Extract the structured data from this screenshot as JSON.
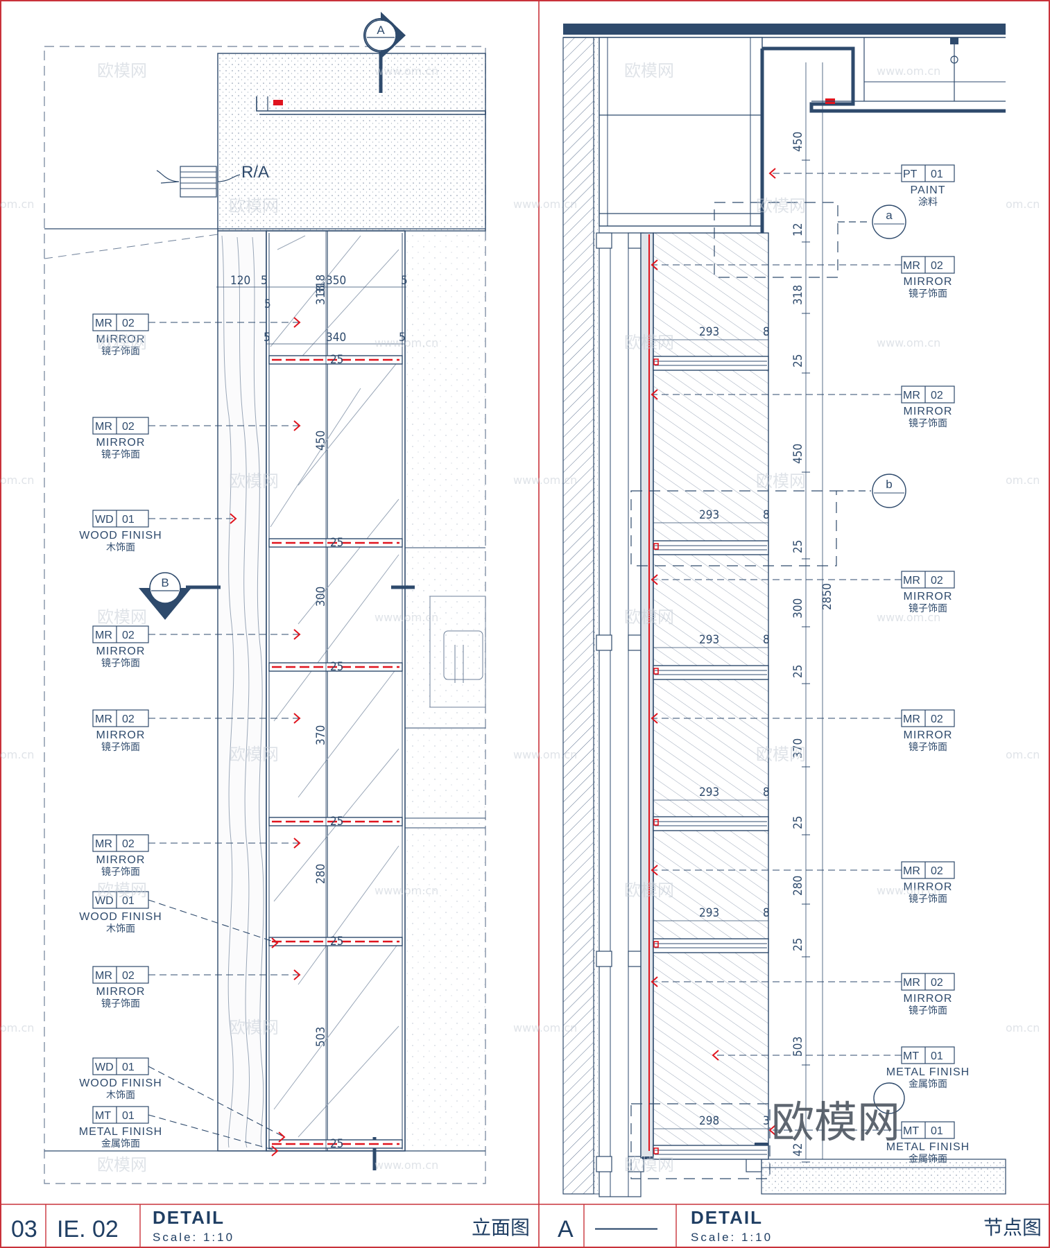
{
  "left_sheet": {
    "title_block": {
      "number": "03",
      "sheet": "IE. 02",
      "title": "DETAIL",
      "scale": "Scale: 1:10",
      "view_name": "立面图"
    },
    "section_marker_top": "A",
    "section_marker_side": "B",
    "fixture_text": "R/A",
    "dimensions_top": [
      "120",
      "5",
      "350",
      "5",
      "5",
      "5",
      "340",
      "5",
      "318"
    ],
    "shelf_heights": [
      "318",
      "450",
      "300",
      "370",
      "280",
      "503"
    ],
    "shelf_gap": "25",
    "callouts": [
      {
        "code": "MR",
        "num": "02",
        "en": "MIRROR",
        "zh": "镜子饰面"
      },
      {
        "code": "MR",
        "num": "02",
        "en": "MIRROR",
        "zh": "镜子饰面"
      },
      {
        "code": "WD",
        "num": "01",
        "en": "WOOD  FINISH",
        "zh": "木饰面"
      },
      {
        "code": "MR",
        "num": "02",
        "en": "MIRROR",
        "zh": "镜子饰面"
      },
      {
        "code": "MR",
        "num": "02",
        "en": "MIRROR",
        "zh": "镜子饰面"
      },
      {
        "code": "MR",
        "num": "02",
        "en": "MIRROR",
        "zh": "镜子饰面"
      },
      {
        "code": "WD",
        "num": "01",
        "en": "WOOD  FINISH",
        "zh": "木饰面"
      },
      {
        "code": "MR",
        "num": "02",
        "en": "MIRROR",
        "zh": "镜子饰面"
      },
      {
        "code": "WD",
        "num": "01",
        "en": "WOOD  FINISH",
        "zh": "木饰面"
      },
      {
        "code": "MT",
        "num": "01",
        "en": "METAL  FINISH",
        "zh": "金属饰面"
      }
    ]
  },
  "right_sheet": {
    "title_block": {
      "number": "A",
      "sheet": "———",
      "title": "DETAIL",
      "scale": "Scale: 1:10",
      "view_name": "节点图"
    },
    "detail_markers": [
      "a",
      "b"
    ],
    "vertical_dims": [
      "450",
      "12",
      "318",
      "25",
      "450",
      "25",
      "300",
      "25",
      "370",
      "25",
      "280",
      "25",
      "503",
      "42"
    ],
    "total_height": "2850",
    "shelf_depths": [
      "293",
      "293",
      "293",
      "293",
      "293",
      "298"
    ],
    "edge_dim": "8",
    "edge_dim_last": "3",
    "callouts": [
      {
        "code": "PT",
        "num": "01",
        "en": "PAINT",
        "zh": "涂料"
      },
      {
        "code": "MR",
        "num": "02",
        "en": "MIRROR",
        "zh": "镜子饰面"
      },
      {
        "code": "MR",
        "num": "02",
        "en": "MIRROR",
        "zh": "镜子饰面"
      },
      {
        "code": "MR",
        "num": "02",
        "en": "MIRROR",
        "zh": "镜子饰面"
      },
      {
        "code": "MR",
        "num": "02",
        "en": "MIRROR",
        "zh": "镜子饰面"
      },
      {
        "code": "MR",
        "num": "02",
        "en": "MIRROR",
        "zh": "镜子饰面"
      },
      {
        "code": "MR",
        "num": "02",
        "en": "MIRROR",
        "zh": "镜子饰面"
      },
      {
        "code": "MT",
        "num": "01",
        "en": "METAL  FINISH",
        "zh": "金属饰面"
      },
      {
        "code": "MT",
        "num": "01",
        "en": "METAL  FINISH",
        "zh": "金属饰面"
      }
    ]
  },
  "watermark": {
    "brand": "欧模网",
    "brand_large": "欧模网",
    "url": "www.om.cn",
    "url_short": "om.cn"
  },
  "colors": {
    "line": "#2e4a6c",
    "accent": "#e0141e",
    "frame": "#c9323a",
    "hatch": "#8898aa",
    "dark": "#1f3e63"
  }
}
